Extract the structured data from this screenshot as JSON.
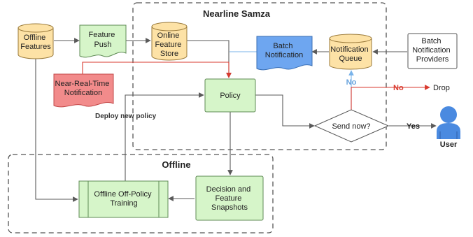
{
  "groups": {
    "nearline": "Nearline Samza",
    "offline": "Offline"
  },
  "nodes": {
    "offline_features": [
      "Offline",
      "Features"
    ],
    "feature_push": [
      "Feature",
      "Push"
    ],
    "online_feature_store": [
      "Online",
      "Feature",
      "Store"
    ],
    "batch_notification": [
      "Batch",
      "Notification"
    ],
    "notification_queue": [
      "Notification",
      "Queue"
    ],
    "batch_notification_providers": [
      "Batch",
      "Notification",
      "Providers"
    ],
    "near_real_time_notification": [
      "Near-Real-Time",
      "Notification"
    ],
    "policy": "Policy",
    "send_now": "Send now?",
    "user": "User",
    "drop": "Drop",
    "offline_off_policy_training": [
      "Offline Off-Policy",
      "Training"
    ],
    "decision_snapshots": [
      "Decision and",
      "Feature",
      "Snapshots"
    ]
  },
  "edge_labels": {
    "deploy_new_policy": "Deploy new policy",
    "no_queue": "No",
    "no_drop": "No",
    "yes": "Yes"
  },
  "colors": {
    "yellow_fill": "#fde2a6",
    "yellow_stroke": "#9a7a3a",
    "green_fill": "#d6f5c9",
    "green_stroke": "#5f8a55",
    "blue_fill": "#6ea6f0",
    "blue_stroke": "#3a6fb5",
    "red_fill": "#f28b8b",
    "red_stroke": "#c24848",
    "red_line": "#d93a2f",
    "blue_line": "#79b3ea",
    "blue_label": "#6aa4dd",
    "user_blue": "#4a8ae0",
    "gray_line": "#5a5a5a",
    "group_border": "#555555"
  },
  "icons": {
    "user": "person-icon"
  }
}
